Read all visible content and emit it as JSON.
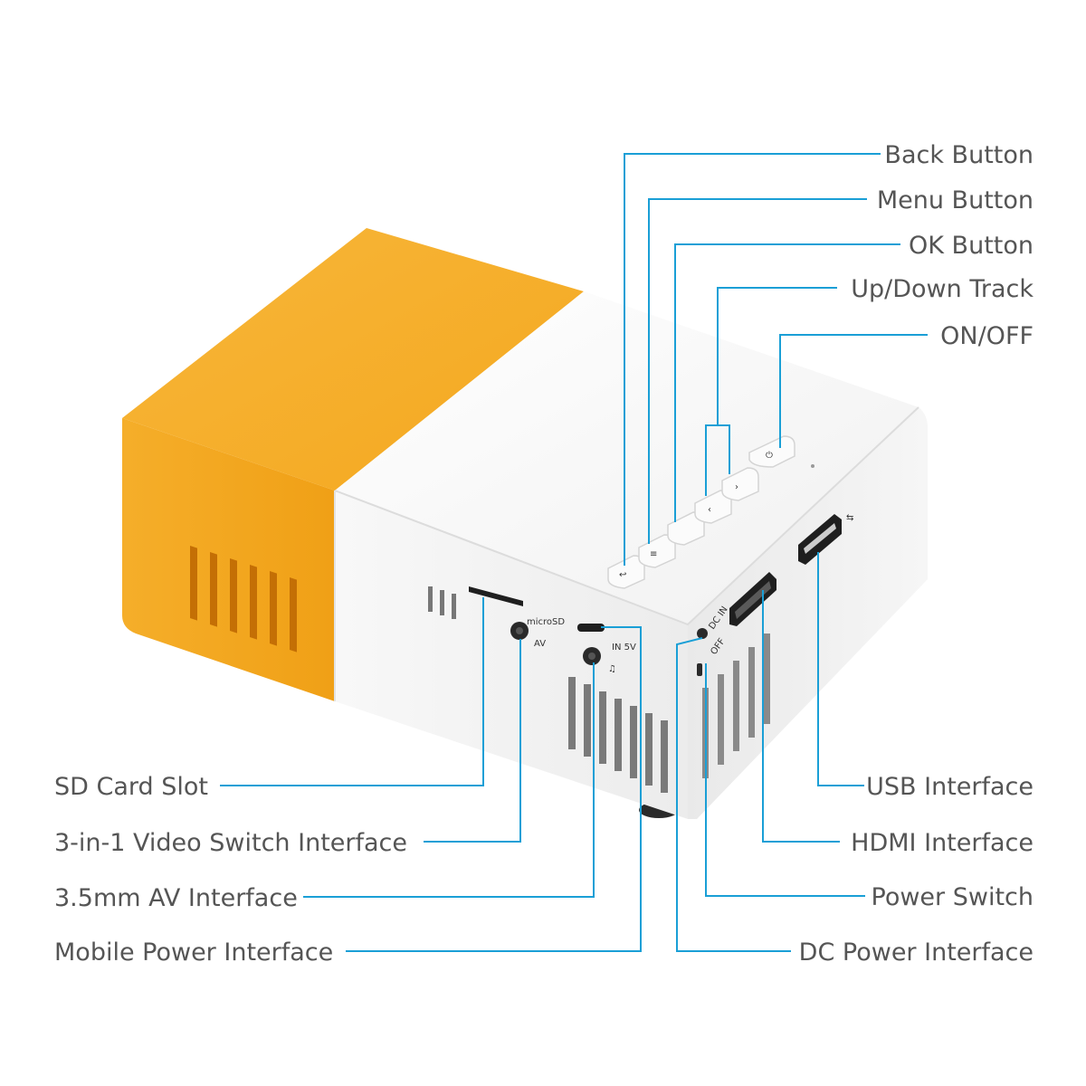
{
  "colors": {
    "accent": "#1a9fd6",
    "label_text": "#555555",
    "orange": "#f5ac24",
    "device_white": "#f7f7f7"
  },
  "device": {
    "port_labels": {
      "microsd": "microSD",
      "av": "AV",
      "in_5v": "IN 5V",
      "dc_in": "DC IN",
      "off": "OFF"
    }
  },
  "callouts": {
    "back_button": "Back Button",
    "menu_button": "Menu Button",
    "ok_button": "OK Button",
    "up_down_track": "Up/Down Track",
    "on_off": "ON/OFF",
    "sd_card_slot": "SD Card Slot",
    "video_switch": "3-in-1 Video Switch Interface",
    "av_interface": "3.5mm AV Interface",
    "mobile_power": "Mobile Power Interface",
    "usb_interface": "USB Interface",
    "hdmi_interface": "HDMI Interface",
    "power_switch": "Power Switch",
    "dc_power": "DC Power Interface"
  }
}
